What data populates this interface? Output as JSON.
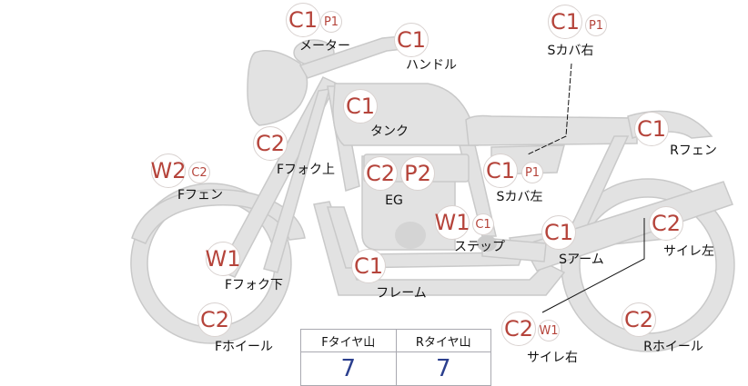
{
  "colors": {
    "code": "#b5443b",
    "value": "#2b3f8e",
    "part": "#e2e2e2"
  },
  "parts": {
    "meter": {
      "label": "メーター",
      "codes": [
        "C1",
        "P1"
      ]
    },
    "handle": {
      "label": "ハンドル",
      "codes": [
        "C1"
      ]
    },
    "s_cover_right": {
      "label": "Sカバ右",
      "codes": [
        "C1",
        "P1"
      ]
    },
    "tank": {
      "label": "タンク",
      "codes": [
        "C1"
      ]
    },
    "r_fender": {
      "label": "Rフェン",
      "codes": [
        "C1"
      ]
    },
    "f_fork_upper": {
      "label": "Fフォク上",
      "codes": [
        "C2"
      ]
    },
    "f_fender": {
      "label": "Fフェン",
      "codes": [
        "W2",
        "C2"
      ]
    },
    "engine": {
      "label": "EG",
      "codes": [
        "C2",
        "P2"
      ]
    },
    "s_cover_left": {
      "label": "Sカバ左",
      "codes": [
        "C1",
        "P1"
      ]
    },
    "step": {
      "label": "ステップ",
      "codes": [
        "W1",
        "C1"
      ]
    },
    "swing_arm": {
      "label": "Sアーム",
      "codes": [
        "C1"
      ]
    },
    "muffler_left": {
      "label": "サイレ左",
      "codes": [
        "C2"
      ]
    },
    "f_fork_lower": {
      "label": "Fフォク下",
      "codes": [
        "W1"
      ]
    },
    "frame": {
      "label": "フレーム",
      "codes": [
        "C1"
      ]
    },
    "f_wheel": {
      "label": "Fホイール",
      "codes": [
        "C2"
      ]
    },
    "muffler_right": {
      "label": "サイレ右",
      "codes": [
        "C2",
        "W1"
      ]
    },
    "r_wheel": {
      "label": "Rホイール",
      "codes": [
        "C2"
      ]
    }
  },
  "tire_tread": {
    "headers": [
      "Fタイヤ山",
      "Rタイヤ山"
    ],
    "values": [
      "7",
      "7"
    ]
  }
}
